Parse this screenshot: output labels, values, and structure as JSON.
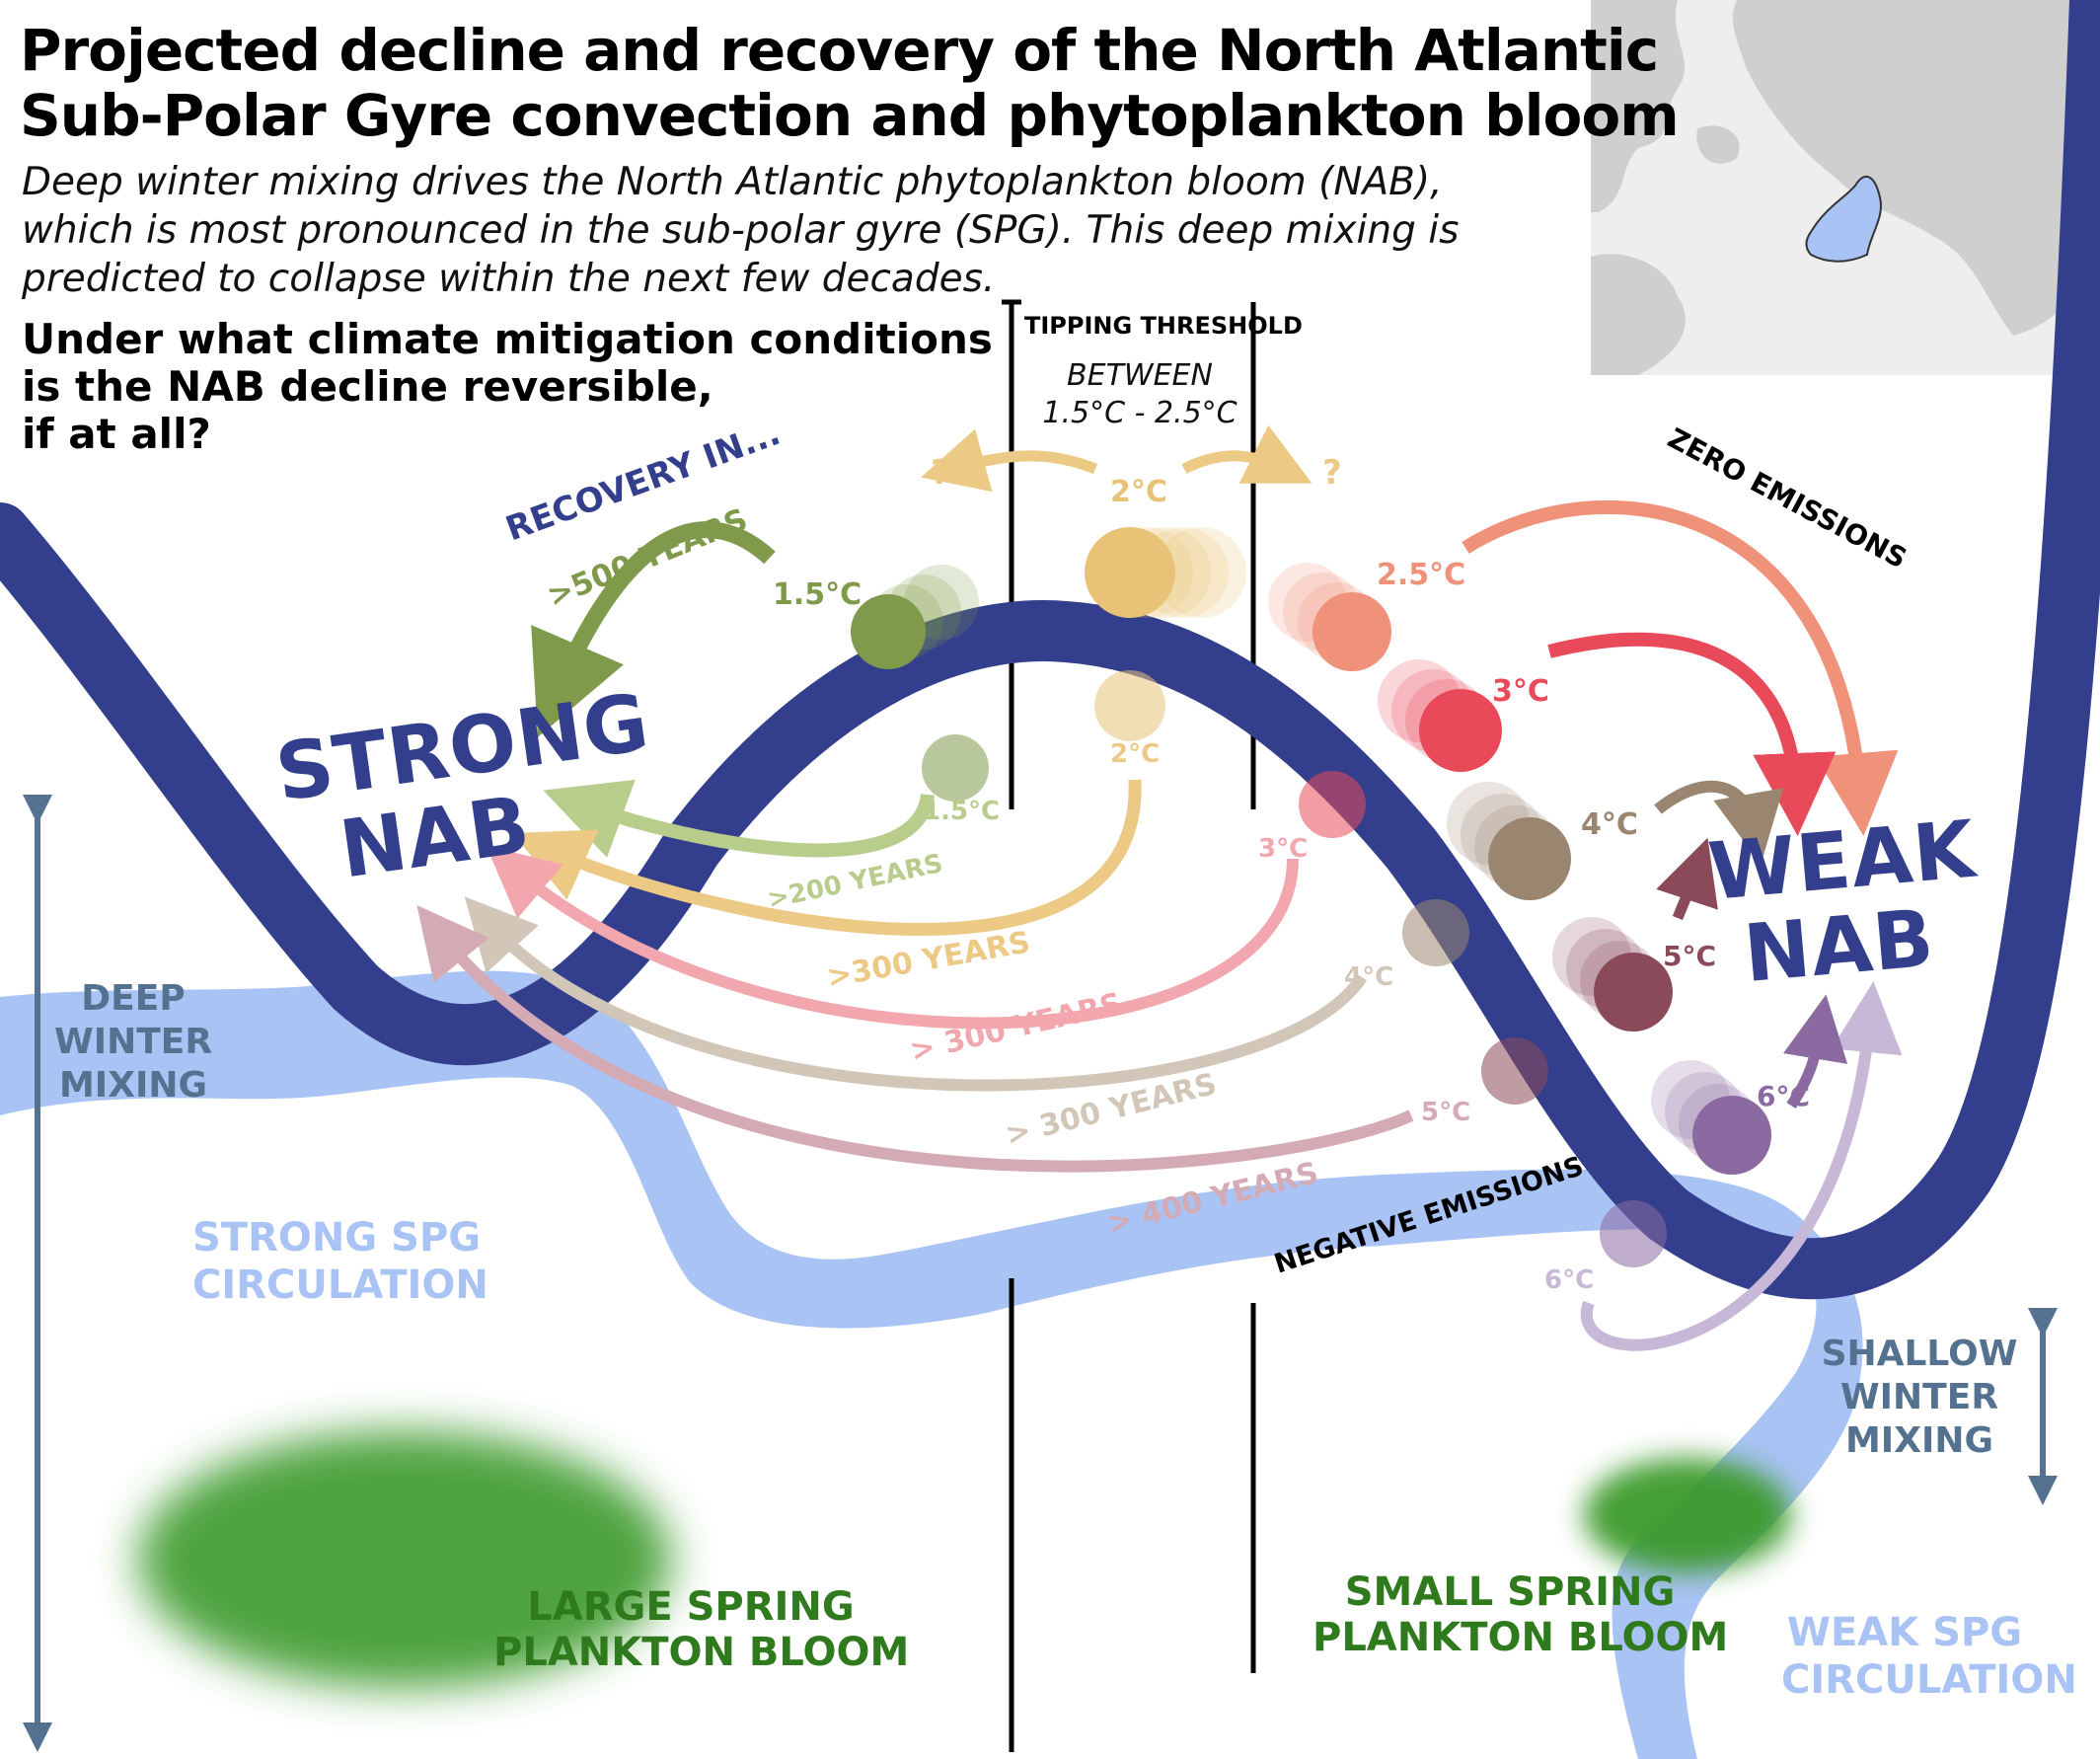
{
  "title": {
    "line1": "Projected decline and recovery of the North Atlantic",
    "line2": "Sub-Polar Gyre convection and phytoplankton bloom"
  },
  "subtitle": "Deep winter mixing drives the North Atlantic phytoplankton bloom (NAB), which is most pronounced in the sub-polar gyre (SPG). This deep mixing is predicted to collapse within the next few decades.",
  "question": {
    "line1": "Under what climate mitigation conditions",
    "line2": "is the NAB decline reversible,",
    "line3": "if at all?"
  },
  "tipping": {
    "label": "TIPPING THRESHOLD",
    "between": "BETWEEN",
    "range": "1.5°C - 2.5°C",
    "question_mark": "?"
  },
  "states": {
    "strong_line1": "STRONG",
    "strong_line2": "NAB",
    "weak_line1": "WEAK",
    "weak_line2": "NAB"
  },
  "recovery": {
    "heading": "RECOVERY IN...",
    "y500": ">500 YEARS",
    "y200": ">200 YEARS",
    "y300a": ">300 YEARS",
    "y300b": "> 300 YEARS",
    "y300c": "> 300 YEARS",
    "y400": "> 400 YEARS"
  },
  "scenarios": {
    "zero": "ZERO EMISSIONS",
    "negative": "NEGATIVE EMISSIONS"
  },
  "temps": {
    "t15": "1.5°C",
    "t2": "2°C",
    "t25": "2.5°C",
    "t3": "3°C",
    "t4": "4°C",
    "t5": "5°C",
    "t6": "6°C"
  },
  "mixing": {
    "deep_1": "DEEP",
    "deep_2": "WINTER",
    "deep_3": "MIXING",
    "shallow_1": "SHALLOW",
    "shallow_2": "WINTER",
    "shallow_3": "MIXING"
  },
  "spg": {
    "strong_1": "STRONG SPG",
    "strong_2": "CIRCULATION",
    "weak_1": "WEAK SPG",
    "weak_2": "CIRCULATION"
  },
  "bloom": {
    "large_1": "LARGE SPRING",
    "large_2": "PLANKTON BLOOM",
    "small_1": "SMALL SPRING",
    "small_2": "PLANKTON BLOOM"
  },
  "colors": {
    "curve": "#333f8c",
    "spg": "#a9c3f5",
    "bloom": "#3a9a2a",
    "c15": "#7f9a4a",
    "c2": "#e8c277",
    "c25": "#f0917a",
    "c3": "#e84a5a",
    "c4": "#9a8670",
    "c5": "#8a4a5a",
    "c6": "#8a6aa0",
    "mixing": "#547190"
  }
}
